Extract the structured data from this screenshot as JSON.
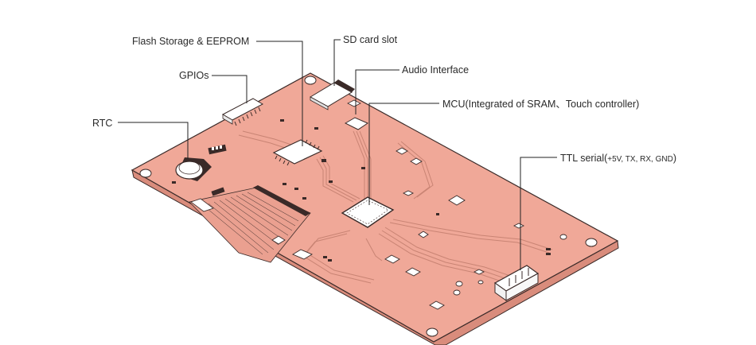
{
  "callouts": {
    "flash": "Flash Storage & EEPROM",
    "sdcard": "SD card slot",
    "gpios": "GPIOs",
    "audio": "Audio Interface",
    "rtc": "RTC",
    "mcu": "MCU(Integrated of SRAM、Touch controller)",
    "ttl_prefix": "TTL serial(",
    "ttl_detail": "+5V, TX, RX, GND",
    "ttl_suffix": ")"
  },
  "colors": {
    "board": "#f0a898",
    "board_edge": "#d98c7c",
    "outline": "#3a2a28",
    "chip_white": "#ffffff",
    "leader": "#222222"
  }
}
